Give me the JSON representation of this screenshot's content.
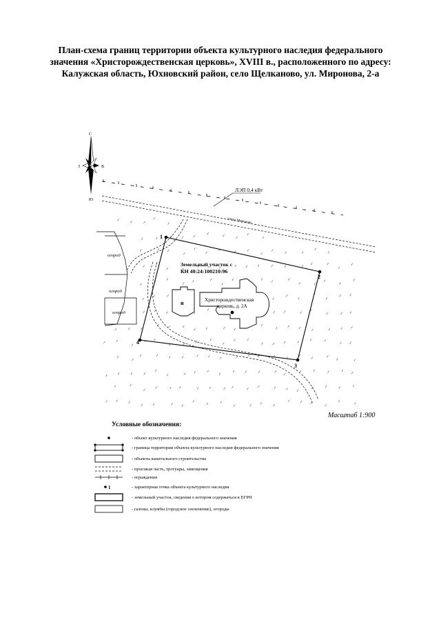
{
  "title": {
    "line1": "План-схема границ территории объекта культурного наследия  федерального",
    "line2": "значения «Христорождественская церковь», XVIII в., расположенного по адресу:",
    "line3": "Калужская область, Юхновский район, село Щелканово,   ул. Миронова, 2-а"
  },
  "map": {
    "compass": {
      "north": "С",
      "south": "Ю",
      "west": "З",
      "east": "В"
    },
    "power_line_label": "ЛЭП 0,4 кВт",
    "street_label": "улица Миронова",
    "parcel_label_line1": "Земельный участок с",
    "parcel_label_line2": "КН 40:24:100210:96",
    "church_label_line1": "Христорождественская",
    "church_label_line2": "церковь, д. 2А",
    "small_building_label": "н",
    "garden_labels": [
      "огород",
      "огород",
      "огород"
    ],
    "points": [
      "1",
      "2",
      "3",
      "4"
    ],
    "scale": "Масштаб 1:900"
  },
  "legend": {
    "title": "Условные обозначения:",
    "items": [
      {
        "symbol": "heritage-object-point",
        "text": "- объект культурного наследия федерального значения"
      },
      {
        "symbol": "heritage-boundary",
        "text": "- граница территории объекта культурного наследия федерального значения"
      },
      {
        "symbol": "capital-building",
        "text": "- объекты капитального строительства"
      },
      {
        "symbol": "roadway",
        "text": "- проезжая часть, тротуары, замощения"
      },
      {
        "symbol": "fence",
        "text": "- ограждения"
      },
      {
        "symbol": "characteristic-point",
        "text": "- характерная точка объекта культурного наследия"
      },
      {
        "symbol": "land-parcel",
        "text": "- земельный участок, сведения о котором содержаться в ЕГРН"
      },
      {
        "symbol": "lawn",
        "text": "- газоны, клумбы (городское озеленение), огороды"
      }
    ]
  }
}
